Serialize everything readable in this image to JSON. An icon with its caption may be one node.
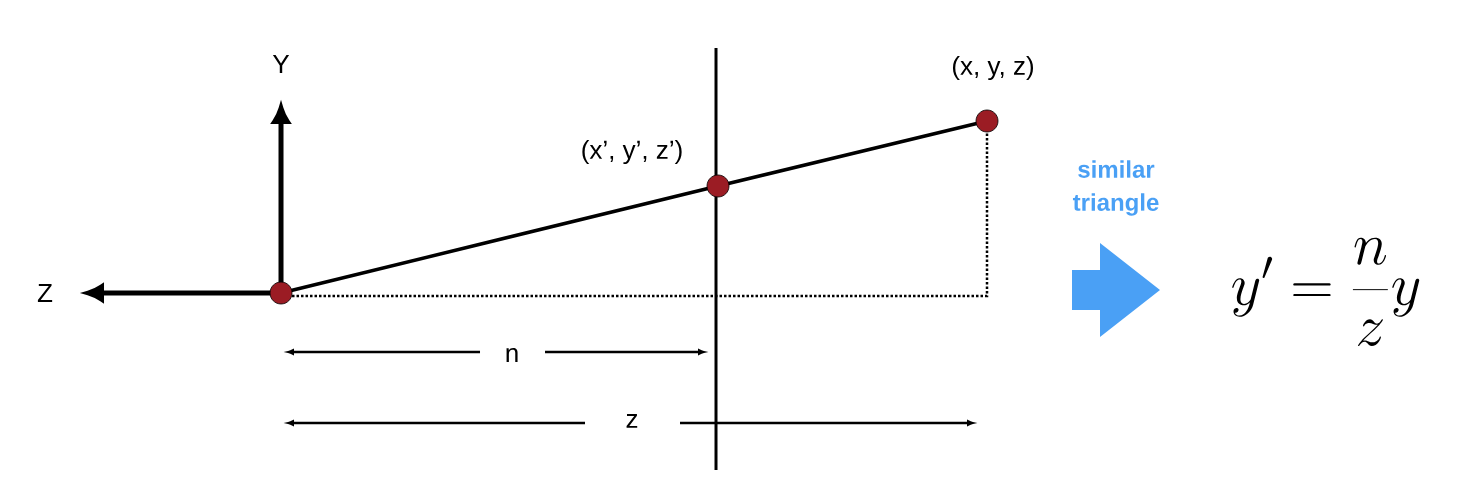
{
  "diagram": {
    "nodes": [
      {
        "text": [],
        "shape": "circle"
      },
      {
        "text": [],
        "shape": "circle",
        "beside": [
          "(x’, y’, z’)"
        ]
      },
      {
        "text": [],
        "shape": "circle",
        "beside": [
          "(x, y, z)"
        ]
      }
    ],
    "edges": [
      {
        "from": 0,
        "to": 1,
        "arrow": "none"
      },
      {
        "from": 1,
        "to": 2,
        "arrow": "none"
      },
      {
        "from": 0,
        "to": 2,
        "arrow": "none",
        "style": "dashed"
      }
    ],
    "labels": [
      "Y",
      "Z",
      "n",
      "z",
      "similar triangle",
      "y' = \\frac{n}{z}y"
    ]
  }
}
